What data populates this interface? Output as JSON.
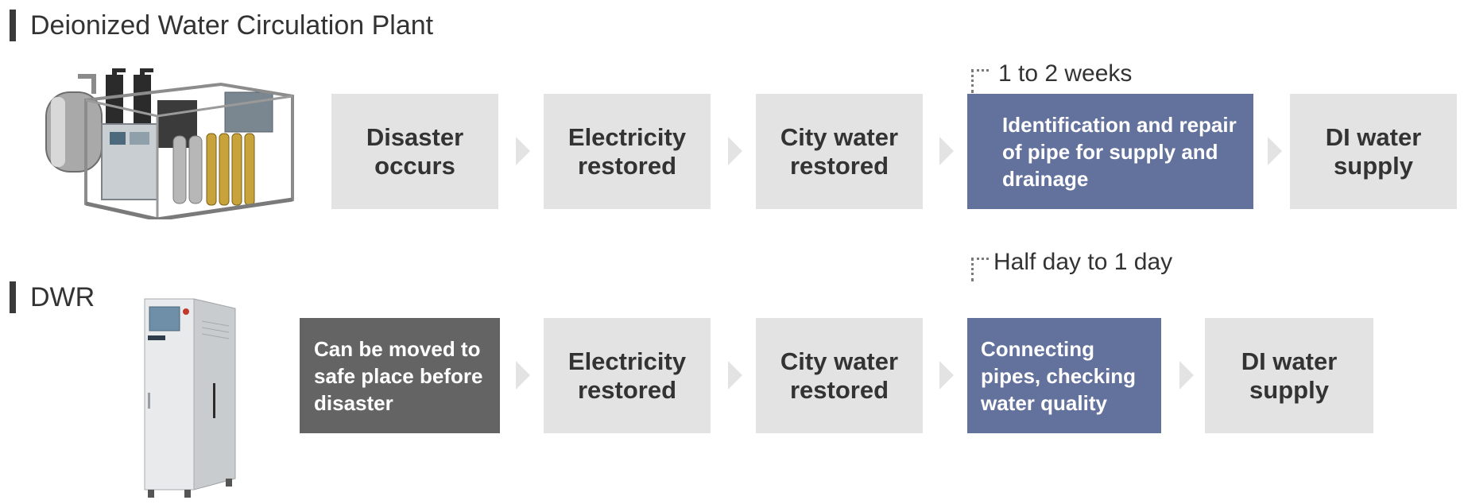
{
  "plant": {
    "title": "Deionized Water Circulation Plant",
    "duration": "1 to 2 weeks",
    "steps": [
      "Disaster occurs",
      "Electricity restored",
      "City water restored",
      "Identification and repair of pipe for supply and drainage",
      "DI water supply"
    ]
  },
  "dwr": {
    "title": "DWR",
    "duration": "Half day to 1 day",
    "steps": [
      "Can be moved to safe place before disaster",
      "Electricity restored",
      "City water restored",
      "Connecting pipes, checking water quality",
      "DI water supply"
    ]
  },
  "colors": {
    "gray_box": "#e3e3e3",
    "highlight_box": "#63719d",
    "dark_box": "#646464",
    "text": "#333333"
  }
}
